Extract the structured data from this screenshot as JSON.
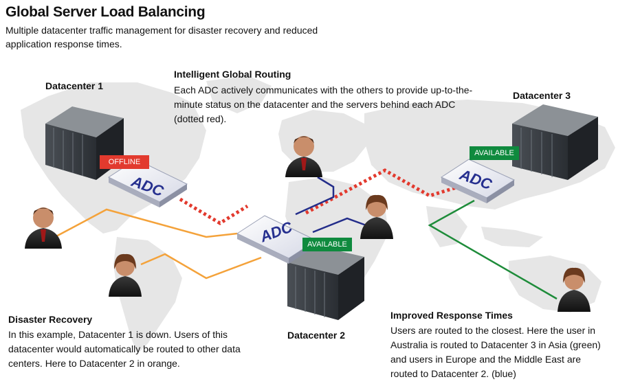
{
  "header": {
    "title": "Global Server Load Balancing",
    "subtitle": "Multiple datacenter traffic management for disaster recovery and reduced application response times."
  },
  "routing": {
    "heading": "Intelligent Global Routing",
    "body": "Each ADC actively communicates with the others to provide up-to-the-minute status on the datacenter and the servers behind each ADC (dotted red)."
  },
  "datacenters": {
    "dc1": "Datacenter 1",
    "dc2": "Datacenter 2",
    "dc3": "Datacenter 3"
  },
  "adc_label": "ADC",
  "badges": {
    "offline": "OFFLINE",
    "available": "AVAILABLE"
  },
  "disaster": {
    "heading": "Disaster Recovery",
    "body": "In this example, Datacenter 1 is down. Users of this datacenter would automatically be routed to other data centers. Here to Datacenter 2 in orange."
  },
  "response": {
    "heading": "Improved Response Times",
    "body": "Users are routed to the closest. Here the user in Australia is routed to Datacenter 3 in Asia (green) and users in Europe and the Middle East are routed to Datacenter 2. (blue)"
  },
  "colors": {
    "status_link": "#e23a2e",
    "orange_route": "#f4a23a",
    "blue_route": "#232d8a",
    "green_route": "#1e8c3a",
    "available": "#0f8a3e",
    "map": "#e6e6e6"
  }
}
